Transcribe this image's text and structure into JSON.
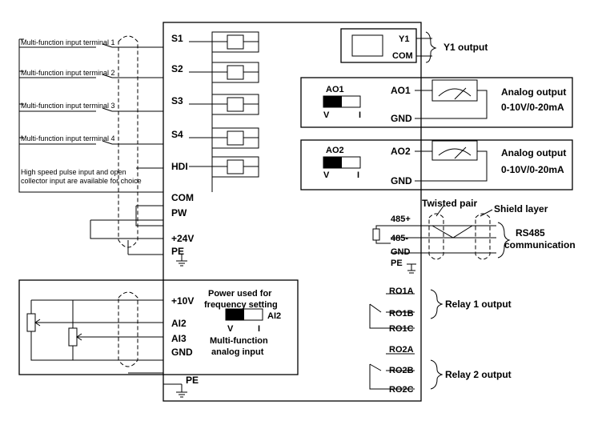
{
  "left_inputs": [
    "Multi-function input terminal 1",
    "Multi-function input terminal 2",
    "Multi-function input terminal 3",
    "Multi-function input terminal 4"
  ],
  "hdi_note": [
    "High speed pulse input and open",
    "collector input are available for choice"
  ],
  "terminals": {
    "s1": "S1",
    "s2": "S2",
    "s3": "S3",
    "s4": "S4",
    "hdi": "HDI",
    "com": "COM",
    "pw": "PW",
    "p24v": "+24V",
    "pe": "PE",
    "p10v": "+10V",
    "ai2": "AI2",
    "ai3": "AI3",
    "gnd": "GND",
    "pe2": "PE"
  },
  "power_note": [
    "Power used for",
    "frequency setting"
  ],
  "ai2_switch": {
    "label": "AI2",
    "v": "V",
    "i": "I"
  },
  "analog_input_note": [
    "Multi-function",
    "analog input"
  ],
  "y1": {
    "y1": "Y1",
    "com": "COM",
    "label": "Y1 output"
  },
  "ao1": {
    "switch_label": "AO1",
    "v": "V",
    "i": "I",
    "terminal": "AO1",
    "gnd": "GND",
    "label": "Analog output",
    "range": "0-10V/0-20mA"
  },
  "ao2": {
    "switch_label": "AO2",
    "v": "V",
    "i": "I",
    "terminal": "AO2",
    "gnd": "GND",
    "label": "Analog output",
    "range": "0-10V/0-20mA"
  },
  "rs485": {
    "twisted_pair": "Twisted pair",
    "shield_layer": "Shield layer",
    "p485": "485+",
    "n485": "485-",
    "gnd": "GND",
    "pe": "PE",
    "label": [
      "RS485",
      "communication"
    ]
  },
  "relay1": {
    "a": "RO1A",
    "b": "RO1B",
    "c": "RO1C",
    "label": "Relay 1 output"
  },
  "relay2": {
    "a": "RO2A",
    "b": "RO2B",
    "c": "RO2C",
    "label": "Relay 2 output"
  }
}
